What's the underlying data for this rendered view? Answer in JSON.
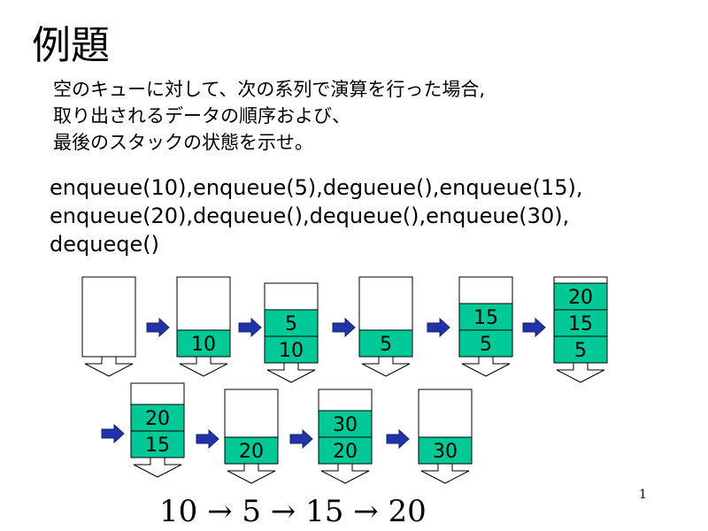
{
  "title": "例題",
  "question": [
    "空のキューに対して、次の系列で演算を行った場合,",
    "取り出されるデータの順序および、",
    "最後のスタックの状態を示せ。"
  ],
  "operations": [
    "enqueue(10),enqueue(5),degueue(),enqueue(15),",
    "enqueue(20),dequeue(),dequeue(),enqueue(30),",
    "dequeqe()"
  ],
  "queue_states": [
    {
      "values": []
    },
    {
      "values": [
        "10"
      ]
    },
    {
      "values": [
        "5",
        "10"
      ]
    },
    {
      "values": [
        "5"
      ]
    },
    {
      "values": [
        "15",
        "5"
      ]
    },
    {
      "values": [
        "20",
        "15",
        "5"
      ]
    },
    {
      "values": [
        "20",
        "15"
      ]
    },
    {
      "values": [
        "20"
      ]
    },
    {
      "values": [
        "30",
        "20"
      ]
    },
    {
      "values": [
        "30"
      ]
    }
  ],
  "colors": {
    "cell_fill": "#00c896",
    "arrow_fill": "#2233aa",
    "outline": "#000000"
  },
  "page_number": "1",
  "result": "10 → 5 → 15 → 20"
}
